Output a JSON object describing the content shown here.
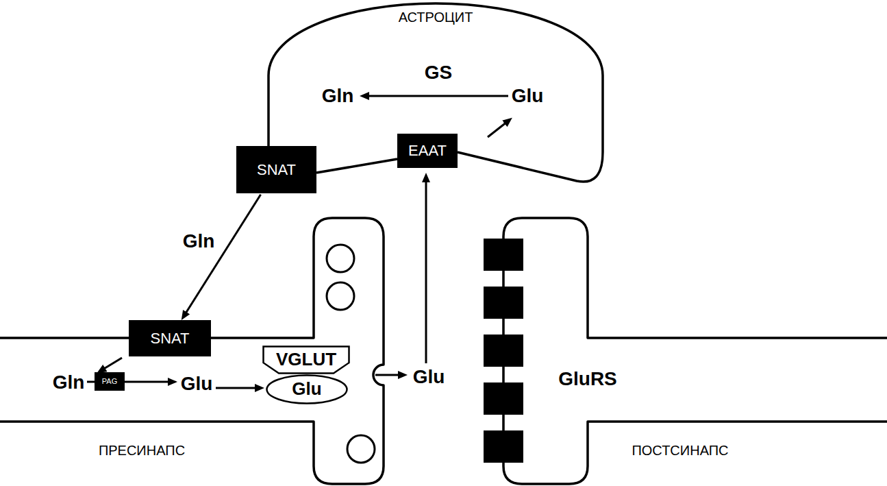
{
  "diagram": {
    "nodes": [
      {
        "text": [
          "АСТРОЦИТ"
        ]
      },
      {
        "text": [
          "SNAT"
        ],
        "in": 0
      },
      {
        "text": [
          "EAAT"
        ],
        "in": 0
      },
      {
        "text": [
          "ПРЕСИНАПС"
        ]
      },
      {
        "text": [
          "SNAT"
        ],
        "in": 3
      },
      {
        "text": [
          "PAG"
        ],
        "in": 3
      },
      {
        "text": [
          "VGLUT"
        ],
        "in": 3
      },
      {
        "text": [
          "Glu"
        ],
        "in": 3
      },
      {
        "text": [
          "ПОСТСИНАПС"
        ]
      }
    ],
    "edges": [
      {
        "from": 1,
        "to": 4,
        "arrow": "to",
        "label": "Gln"
      }
    ],
    "labels": [
      "GS",
      "Gln",
      "Glu",
      "Gln",
      "Glu",
      "Glu",
      "GluRS"
    ]
  }
}
